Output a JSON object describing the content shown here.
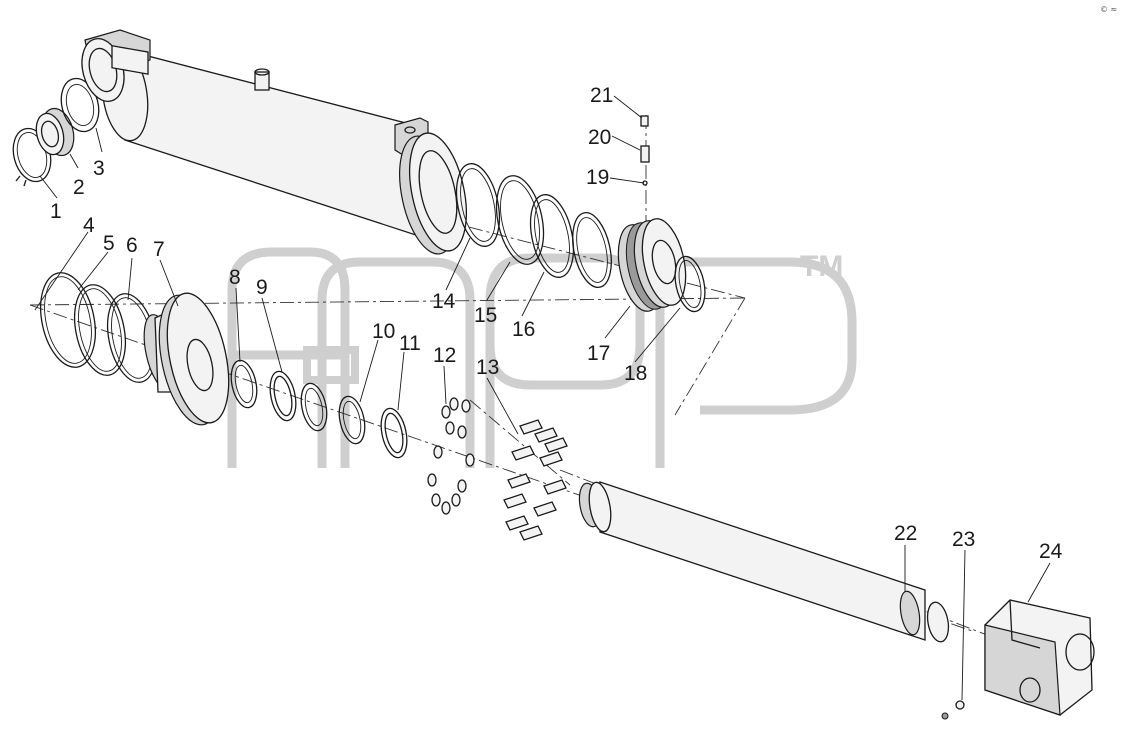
{
  "diagram": {
    "watermark": {
      "trademark": "TM",
      "logo_text": "ANGP"
    },
    "corner_mark": "© ≈",
    "callouts": [
      {
        "id": "1",
        "label": "1"
      },
      {
        "id": "2",
        "label": "2"
      },
      {
        "id": "3",
        "label": "3"
      },
      {
        "id": "4",
        "label": "4"
      },
      {
        "id": "5",
        "label": "5"
      },
      {
        "id": "6",
        "label": "6"
      },
      {
        "id": "7",
        "label": "7"
      },
      {
        "id": "8",
        "label": "8"
      },
      {
        "id": "9",
        "label": "9"
      },
      {
        "id": "10",
        "label": "10"
      },
      {
        "id": "11",
        "label": "11"
      },
      {
        "id": "12",
        "label": "12"
      },
      {
        "id": "13",
        "label": "13"
      },
      {
        "id": "14",
        "label": "14"
      },
      {
        "id": "15",
        "label": "15"
      },
      {
        "id": "16",
        "label": "16"
      },
      {
        "id": "17",
        "label": "17"
      },
      {
        "id": "18",
        "label": "18"
      },
      {
        "id": "19",
        "label": "19"
      },
      {
        "id": "20",
        "label": "20"
      },
      {
        "id": "21",
        "label": "21"
      },
      {
        "id": "22",
        "label": "22"
      },
      {
        "id": "23",
        "label": "23"
      },
      {
        "id": "24",
        "label": "24"
      }
    ]
  }
}
